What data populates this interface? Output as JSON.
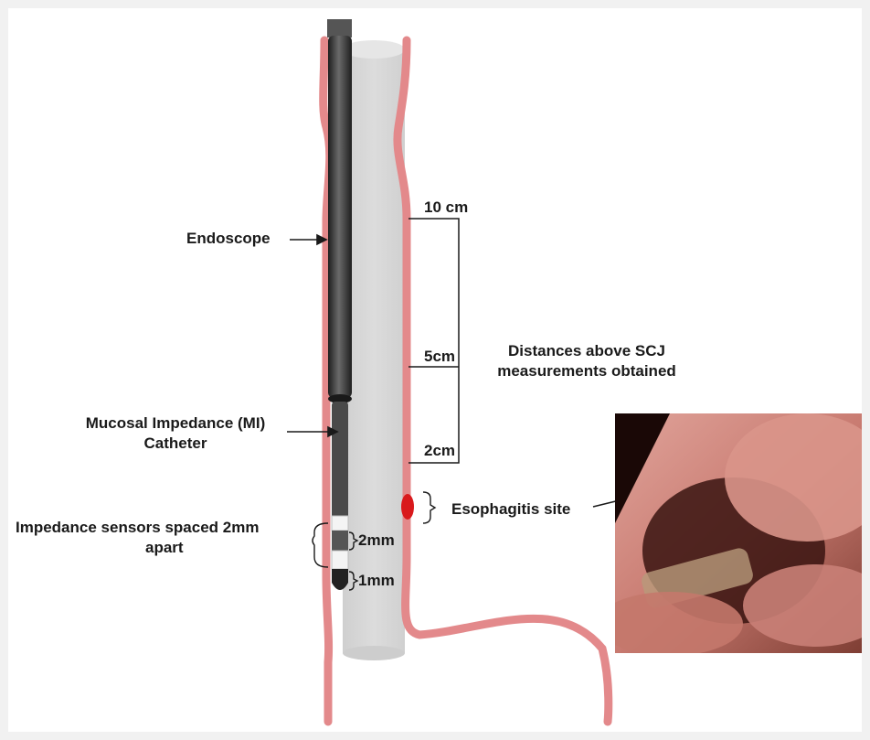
{
  "labels": {
    "endoscope": "Endoscope",
    "mi_catheter_line1": "Mucosal Impedance (MI)",
    "mi_catheter_line2": "Catheter",
    "sensors_line1": "Impedance sensors spaced 2mm",
    "sensors_line2": "apart",
    "d10": "10 cm",
    "d5": "5cm",
    "d2": "2cm",
    "scj_line1": "Distances above SCJ",
    "scj_line2": "measurements obtained",
    "esophagitis": "Esophagitis site",
    "mm2": "2mm",
    "mm1": "1mm"
  },
  "colors": {
    "esophagus_wall": "#e3898b",
    "lumen": "#d4d4d4",
    "endoscope": "#2f2f2f",
    "esophagitis_spot": "#d9191c"
  }
}
